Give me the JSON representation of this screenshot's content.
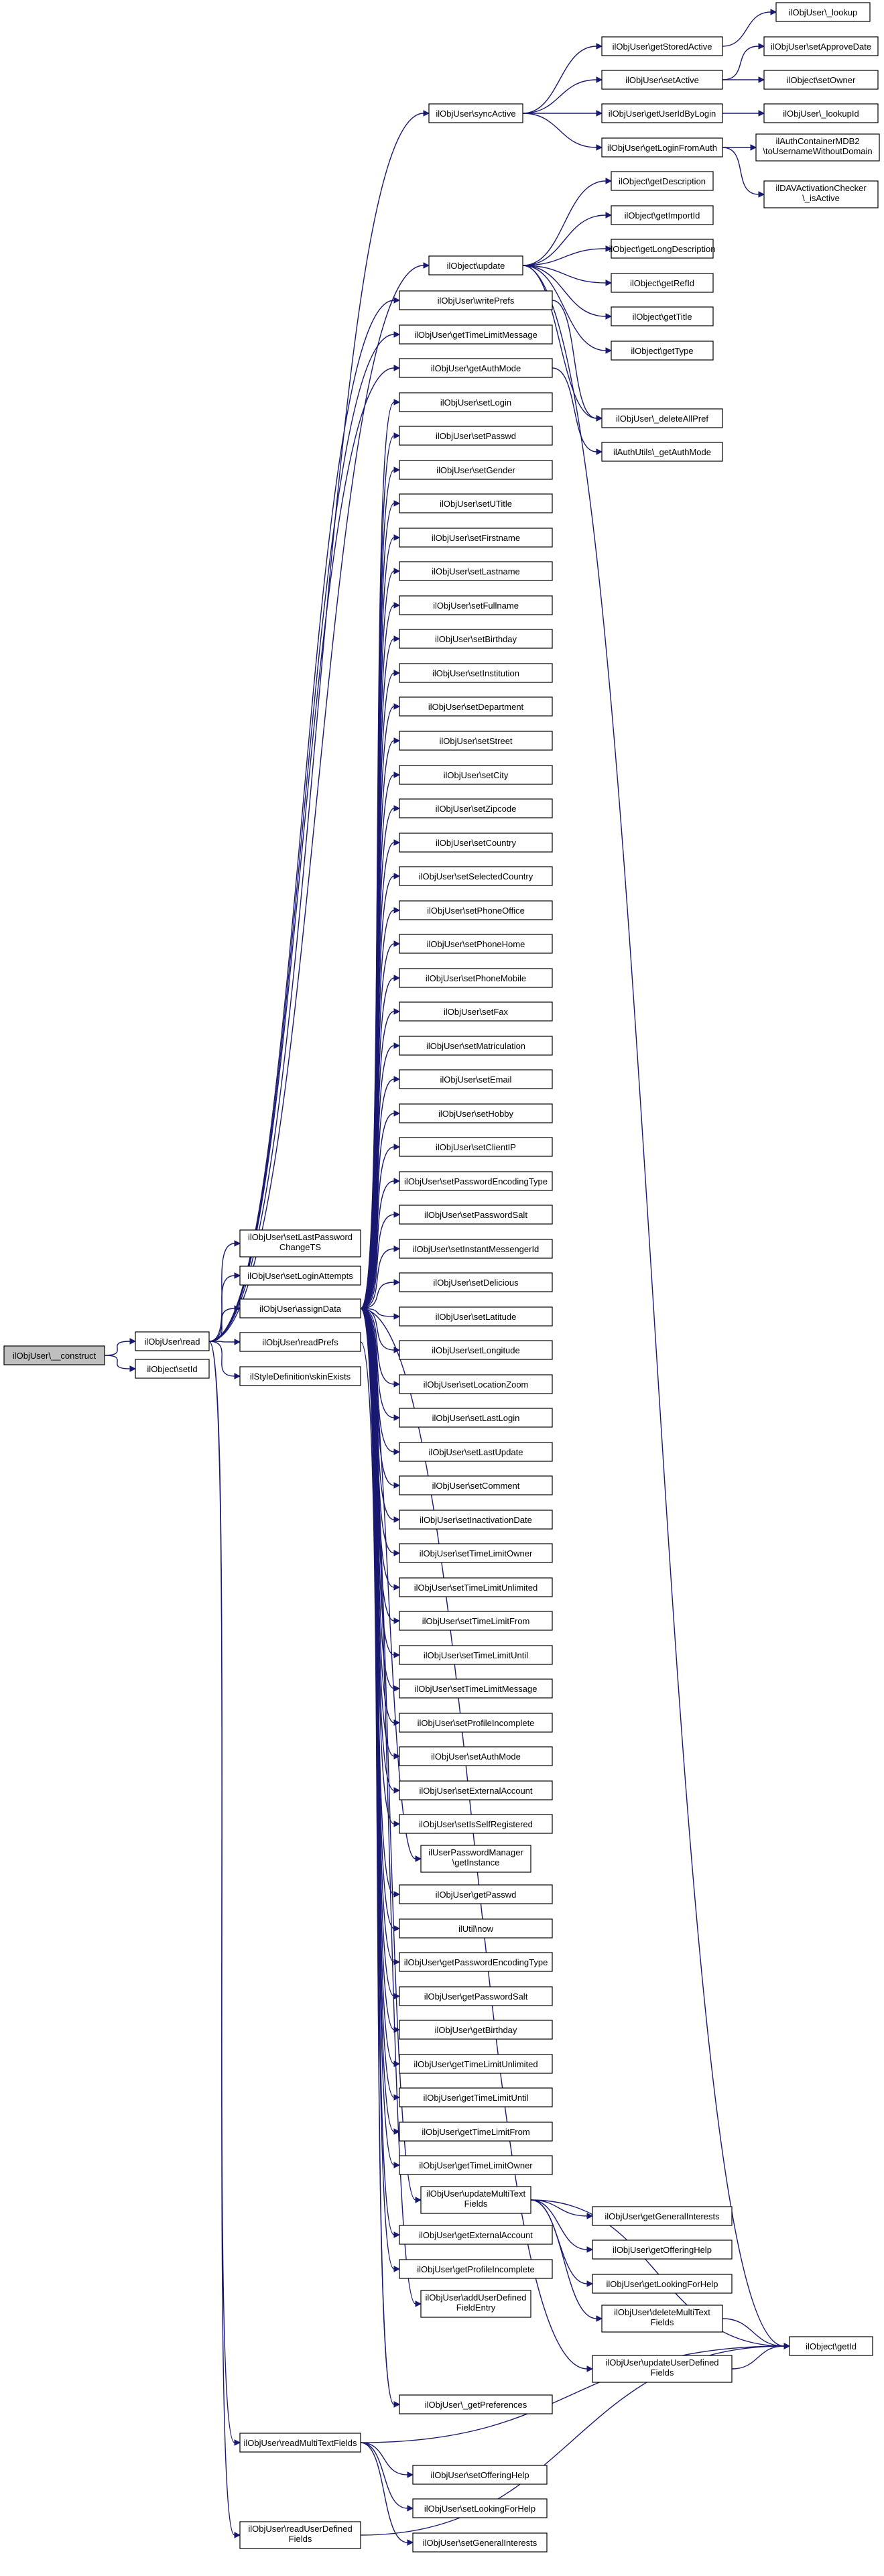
{
  "graph": {
    "edge_color": "#191970",
    "root_fill": "#bfbfbf",
    "nodes": [
      {
        "id": "construct",
        "label": [
          "ilObjUser\\__construct"
        ],
        "root": true
      },
      {
        "id": "read",
        "label": [
          "ilObjUser\\read"
        ]
      },
      {
        "id": "setId",
        "label": [
          "ilObject\\setId"
        ]
      },
      {
        "id": "setLastPasswordChangeTS",
        "label": [
          "ilObjUser\\setLastPassword",
          "ChangeTS"
        ]
      },
      {
        "id": "setLoginAttempts",
        "label": [
          "ilObjUser\\setLoginAttempts"
        ]
      },
      {
        "id": "assignData",
        "label": [
          "ilObjUser\\assignData"
        ]
      },
      {
        "id": "readPrefs",
        "label": [
          "ilObjUser\\readPrefs"
        ]
      },
      {
        "id": "skinExists",
        "label": [
          "ilStyleDefinition\\skinExists"
        ]
      },
      {
        "id": "readMultiTextFields",
        "label": [
          "ilObjUser\\readMultiTextFields"
        ]
      },
      {
        "id": "readUserDefinedFields",
        "label": [
          "ilObjUser\\readUserDefined",
          "Fields"
        ]
      },
      {
        "id": "syncActive",
        "label": [
          "ilObjUser\\syncActive"
        ]
      },
      {
        "id": "objUpdate",
        "label": [
          "ilObject\\update"
        ]
      },
      {
        "id": "writePrefs",
        "label": [
          "ilObjUser\\writePrefs"
        ]
      },
      {
        "id": "getTimeLimitMessage",
        "label": [
          "ilObjUser\\getTimeLimitMessage"
        ]
      },
      {
        "id": "getAuthMode",
        "label": [
          "ilObjUser\\getAuthMode"
        ]
      },
      {
        "id": "setLogin",
        "label": [
          "ilObjUser\\setLogin"
        ]
      },
      {
        "id": "setPasswd",
        "label": [
          "ilObjUser\\setPasswd"
        ]
      },
      {
        "id": "setGender",
        "label": [
          "ilObjUser\\setGender"
        ]
      },
      {
        "id": "setUTitle",
        "label": [
          "ilObjUser\\setUTitle"
        ]
      },
      {
        "id": "setFirstname",
        "label": [
          "ilObjUser\\setFirstname"
        ]
      },
      {
        "id": "setLastname",
        "label": [
          "ilObjUser\\setLastname"
        ]
      },
      {
        "id": "setFullname",
        "label": [
          "ilObjUser\\setFullname"
        ]
      },
      {
        "id": "setBirthday",
        "label": [
          "ilObjUser\\setBirthday"
        ]
      },
      {
        "id": "setInstitution",
        "label": [
          "ilObjUser\\setInstitution"
        ]
      },
      {
        "id": "setDepartment",
        "label": [
          "ilObjUser\\setDepartment"
        ]
      },
      {
        "id": "setStreet",
        "label": [
          "ilObjUser\\setStreet"
        ]
      },
      {
        "id": "setCity",
        "label": [
          "ilObjUser\\setCity"
        ]
      },
      {
        "id": "setZipcode",
        "label": [
          "ilObjUser\\setZipcode"
        ]
      },
      {
        "id": "setCountry",
        "label": [
          "ilObjUser\\setCountry"
        ]
      },
      {
        "id": "setSelectedCountry",
        "label": [
          "ilObjUser\\setSelectedCountry"
        ]
      },
      {
        "id": "setPhoneOffice",
        "label": [
          "ilObjUser\\setPhoneOffice"
        ]
      },
      {
        "id": "setPhoneHome",
        "label": [
          "ilObjUser\\setPhoneHome"
        ]
      },
      {
        "id": "setPhoneMobile",
        "label": [
          "ilObjUser\\setPhoneMobile"
        ]
      },
      {
        "id": "setFax",
        "label": [
          "ilObjUser\\setFax"
        ]
      },
      {
        "id": "setMatriculation",
        "label": [
          "ilObjUser\\setMatriculation"
        ]
      },
      {
        "id": "setEmail",
        "label": [
          "ilObjUser\\setEmail"
        ]
      },
      {
        "id": "setHobby",
        "label": [
          "ilObjUser\\setHobby"
        ]
      },
      {
        "id": "setClientIP",
        "label": [
          "ilObjUser\\setClientIP"
        ]
      },
      {
        "id": "setPasswordEncodingType",
        "label": [
          "ilObjUser\\setPasswordEncodingType"
        ]
      },
      {
        "id": "setPasswordSalt",
        "label": [
          "ilObjUser\\setPasswordSalt"
        ]
      },
      {
        "id": "setInstantMessengerId",
        "label": [
          "ilObjUser\\setInstantMessengerId"
        ]
      },
      {
        "id": "setDelicious",
        "label": [
          "ilObjUser\\setDelicious"
        ]
      },
      {
        "id": "setLatitude",
        "label": [
          "ilObjUser\\setLatitude"
        ]
      },
      {
        "id": "setLongitude",
        "label": [
          "ilObjUser\\setLongitude"
        ]
      },
      {
        "id": "setLocationZoom",
        "label": [
          "ilObjUser\\setLocationZoom"
        ]
      },
      {
        "id": "setLastLogin",
        "label": [
          "ilObjUser\\setLastLogin"
        ]
      },
      {
        "id": "setLastUpdate",
        "label": [
          "ilObjUser\\setLastUpdate"
        ]
      },
      {
        "id": "setComment",
        "label": [
          "ilObjUser\\setComment"
        ]
      },
      {
        "id": "setInactivationDate",
        "label": [
          "ilObjUser\\setInactivationDate"
        ]
      },
      {
        "id": "setTimeLimitOwner",
        "label": [
          "ilObjUser\\setTimeLimitOwner"
        ]
      },
      {
        "id": "setTimeLimitUnlimited",
        "label": [
          "ilObjUser\\setTimeLimitUnlimited"
        ]
      },
      {
        "id": "setTimeLimitFrom",
        "label": [
          "ilObjUser\\setTimeLimitFrom"
        ]
      },
      {
        "id": "setTimeLimitUntil",
        "label": [
          "ilObjUser\\setTimeLimitUntil"
        ]
      },
      {
        "id": "setTimeLimitMessage",
        "label": [
          "ilObjUser\\setTimeLimitMessage"
        ]
      },
      {
        "id": "setProfileIncomplete",
        "label": [
          "ilObjUser\\setProfileIncomplete"
        ]
      },
      {
        "id": "setAuthMode",
        "label": [
          "ilObjUser\\setAuthMode"
        ]
      },
      {
        "id": "setExternalAccount",
        "label": [
          "ilObjUser\\setExternalAccount"
        ]
      },
      {
        "id": "setIsSelfRegistered",
        "label": [
          "ilObjUser\\setIsSelfRegistered"
        ]
      },
      {
        "id": "pwGetInstance",
        "label": [
          "ilUserPasswordManager",
          "\\getInstance"
        ]
      },
      {
        "id": "getPasswd",
        "label": [
          "ilObjUser\\getPasswd"
        ]
      },
      {
        "id": "utilNow",
        "label": [
          "ilUtil\\now"
        ]
      },
      {
        "id": "getPasswordEncodingType",
        "label": [
          "ilObjUser\\getPasswordEncodingType"
        ]
      },
      {
        "id": "getPasswordSalt",
        "label": [
          "ilObjUser\\getPasswordSalt"
        ]
      },
      {
        "id": "getBirthday",
        "label": [
          "ilObjUser\\getBirthday"
        ]
      },
      {
        "id": "getTimeLimitUnlimited",
        "label": [
          "ilObjUser\\getTimeLimitUnlimited"
        ]
      },
      {
        "id": "getTimeLimitUntil",
        "label": [
          "ilObjUser\\getTimeLimitUntil"
        ]
      },
      {
        "id": "getTimeLimitFrom",
        "label": [
          "ilObjUser\\getTimeLimitFrom"
        ]
      },
      {
        "id": "getTimeLimitOwner",
        "label": [
          "ilObjUser\\getTimeLimitOwner"
        ]
      },
      {
        "id": "updateMultiTextFields",
        "label": [
          "ilObjUser\\updateMultiText",
          "Fields"
        ]
      },
      {
        "id": "getExternalAccount",
        "label": [
          "ilObjUser\\getExternalAccount"
        ]
      },
      {
        "id": "getProfileIncomplete",
        "label": [
          "ilObjUser\\getProfileIncomplete"
        ]
      },
      {
        "id": "addUserDefinedFieldEntry",
        "label": [
          "ilObjUser\\addUserDefined",
          "FieldEntry"
        ]
      },
      {
        "id": "getPreferences",
        "label": [
          "ilObjUser\\_getPreferences"
        ]
      },
      {
        "id": "setOfferingHelp",
        "label": [
          "ilObjUser\\setOfferingHelp"
        ]
      },
      {
        "id": "setLookingForHelp",
        "label": [
          "ilObjUser\\setLookingForHelp"
        ]
      },
      {
        "id": "setGeneralInterests",
        "label": [
          "ilObjUser\\setGeneralInterests"
        ]
      },
      {
        "id": "getStoredActive",
        "label": [
          "ilObjUser\\getStoredActive"
        ]
      },
      {
        "id": "setActive",
        "label": [
          "ilObjUser\\setActive"
        ]
      },
      {
        "id": "getUserIdByLogin",
        "label": [
          "ilObjUser\\getUserIdByLogin"
        ]
      },
      {
        "id": "getLoginFromAuth",
        "label": [
          "ilObjUser\\getLoginFromAuth"
        ]
      },
      {
        "id": "getDescription",
        "label": [
          "ilObject\\getDescription"
        ]
      },
      {
        "id": "getImportId",
        "label": [
          "ilObject\\getImportId"
        ]
      },
      {
        "id": "getLongDescription",
        "label": [
          "ilObject\\getLongDescription"
        ]
      },
      {
        "id": "getRefId",
        "label": [
          "ilObject\\getRefId"
        ]
      },
      {
        "id": "getTitle",
        "label": [
          "ilObject\\getTitle"
        ]
      },
      {
        "id": "getType",
        "label": [
          "ilObject\\getType"
        ]
      },
      {
        "id": "deleteAllPref",
        "label": [
          "ilObjUser\\_deleteAllPref"
        ]
      },
      {
        "id": "authGetAuthMode",
        "label": [
          "ilAuthUtils\\_getAuthMode"
        ]
      },
      {
        "id": "getGeneralInterests",
        "label": [
          "ilObjUser\\getGeneralInterests"
        ]
      },
      {
        "id": "getOfferingHelp",
        "label": [
          "ilObjUser\\getOfferingHelp"
        ]
      },
      {
        "id": "getLookingForHelp",
        "label": [
          "ilObjUser\\getLookingForHelp"
        ]
      },
      {
        "id": "deleteMultiTextFields",
        "label": [
          "ilObjUser\\deleteMultiText",
          "Fields"
        ]
      },
      {
        "id": "updateUserDefinedFields",
        "label": [
          "ilObjUser\\updateUserDefined",
          "Fields"
        ]
      },
      {
        "id": "lookup",
        "label": [
          "ilObjUser\\_lookup"
        ]
      },
      {
        "id": "setApproveDate",
        "label": [
          "ilObjUser\\setApproveDate"
        ]
      },
      {
        "id": "setOwner",
        "label": [
          "ilObject\\setOwner"
        ]
      },
      {
        "id": "lookupId",
        "label": [
          "ilObjUser\\_lookupId"
        ]
      },
      {
        "id": "authMDB2",
        "label": [
          "ilAuthContainerMDB2",
          "\\toUsernameWithoutDomain"
        ]
      },
      {
        "id": "davIsActive",
        "label": [
          "ilDAVActivationChecker",
          "\\_isActive"
        ]
      },
      {
        "id": "getId",
        "label": [
          "ilObject\\getId"
        ]
      }
    ],
    "edges": [
      [
        "construct",
        "read"
      ],
      [
        "construct",
        "setId"
      ],
      [
        "read",
        "setLastPasswordChangeTS"
      ],
      [
        "read",
        "setLoginAttempts"
      ],
      [
        "read",
        "assignData"
      ],
      [
        "read",
        "readPrefs"
      ],
      [
        "read",
        "skinExists"
      ],
      [
        "read",
        "readMultiTextFields"
      ],
      [
        "read",
        "readUserDefinedFields"
      ],
      [
        "read",
        "syncActive"
      ],
      [
        "read",
        "objUpdate"
      ],
      [
        "read",
        "writePrefs"
      ],
      [
        "read",
        "getTimeLimitMessage"
      ],
      [
        "read",
        "getAuthMode"
      ],
      [
        "assignData",
        "setLogin"
      ],
      [
        "assignData",
        "setPasswd"
      ],
      [
        "assignData",
        "setGender"
      ],
      [
        "assignData",
        "setUTitle"
      ],
      [
        "assignData",
        "setFirstname"
      ],
      [
        "assignData",
        "setLastname"
      ],
      [
        "assignData",
        "setFullname"
      ],
      [
        "assignData",
        "setBirthday"
      ],
      [
        "assignData",
        "setInstitution"
      ],
      [
        "assignData",
        "setDepartment"
      ],
      [
        "assignData",
        "setStreet"
      ],
      [
        "assignData",
        "setCity"
      ],
      [
        "assignData",
        "setZipcode"
      ],
      [
        "assignData",
        "setCountry"
      ],
      [
        "assignData",
        "setSelectedCountry"
      ],
      [
        "assignData",
        "setPhoneOffice"
      ],
      [
        "assignData",
        "setPhoneHome"
      ],
      [
        "assignData",
        "setPhoneMobile"
      ],
      [
        "assignData",
        "setFax"
      ],
      [
        "assignData",
        "setMatriculation"
      ],
      [
        "assignData",
        "setEmail"
      ],
      [
        "assignData",
        "setHobby"
      ],
      [
        "assignData",
        "setClientIP"
      ],
      [
        "assignData",
        "setPasswordEncodingType"
      ],
      [
        "assignData",
        "setPasswordSalt"
      ],
      [
        "assignData",
        "setInstantMessengerId"
      ],
      [
        "assignData",
        "setDelicious"
      ],
      [
        "assignData",
        "setLatitude"
      ],
      [
        "assignData",
        "setLongitude"
      ],
      [
        "assignData",
        "setLocationZoom"
      ],
      [
        "assignData",
        "setLastLogin"
      ],
      [
        "assignData",
        "setLastUpdate"
      ],
      [
        "assignData",
        "setComment"
      ],
      [
        "assignData",
        "setInactivationDate"
      ],
      [
        "assignData",
        "setTimeLimitOwner"
      ],
      [
        "assignData",
        "setTimeLimitUnlimited"
      ],
      [
        "assignData",
        "setTimeLimitFrom"
      ],
      [
        "assignData",
        "setTimeLimitUntil"
      ],
      [
        "assignData",
        "setTimeLimitMessage"
      ],
      [
        "assignData",
        "setProfileIncomplete"
      ],
      [
        "assignData",
        "setAuthMode"
      ],
      [
        "assignData",
        "setExternalAccount"
      ],
      [
        "assignData",
        "setIsSelfRegistered"
      ],
      [
        "assignData",
        "pwGetInstance"
      ],
      [
        "assignData",
        "getPasswd"
      ],
      [
        "assignData",
        "utilNow"
      ],
      [
        "assignData",
        "getPasswordEncodingType"
      ],
      [
        "assignData",
        "getPasswordSalt"
      ],
      [
        "assignData",
        "getBirthday"
      ],
      [
        "assignData",
        "getTimeLimitUnlimited"
      ],
      [
        "assignData",
        "getTimeLimitUntil"
      ],
      [
        "assignData",
        "getTimeLimitFrom"
      ],
      [
        "assignData",
        "getTimeLimitOwner"
      ],
      [
        "assignData",
        "updateMultiTextFields"
      ],
      [
        "assignData",
        "getExternalAccount"
      ],
      [
        "assignData",
        "getProfileIncomplete"
      ],
      [
        "assignData",
        "addUserDefinedFieldEntry"
      ],
      [
        "assignData",
        "updateUserDefinedFields"
      ],
      [
        "assignData",
        "getPreferences"
      ],
      [
        "readPrefs",
        "getPreferences"
      ],
      [
        "readMultiTextFields",
        "setOfferingHelp"
      ],
      [
        "readMultiTextFields",
        "setLookingForHelp"
      ],
      [
        "readMultiTextFields",
        "setGeneralInterests"
      ],
      [
        "readMultiTextFields",
        "getId"
      ],
      [
        "readUserDefinedFields",
        "getId"
      ],
      [
        "syncActive",
        "getStoredActive"
      ],
      [
        "syncActive",
        "setActive"
      ],
      [
        "syncActive",
        "getUserIdByLogin"
      ],
      [
        "syncActive",
        "getLoginFromAuth"
      ],
      [
        "getStoredActive",
        "lookup"
      ],
      [
        "setActive",
        "setApproveDate"
      ],
      [
        "setActive",
        "setOwner"
      ],
      [
        "getUserIdByLogin",
        "lookupId"
      ],
      [
        "getLoginFromAuth",
        "authMDB2"
      ],
      [
        "getLoginFromAuth",
        "davIsActive"
      ],
      [
        "objUpdate",
        "getDescription"
      ],
      [
        "objUpdate",
        "getImportId"
      ],
      [
        "objUpdate",
        "getLongDescription"
      ],
      [
        "objUpdate",
        "getRefId"
      ],
      [
        "objUpdate",
        "getTitle"
      ],
      [
        "objUpdate",
        "getType"
      ],
      [
        "objUpdate",
        "deleteAllPref"
      ],
      [
        "objUpdate",
        "getId"
      ],
      [
        "writePrefs",
        "deleteAllPref"
      ],
      [
        "getAuthMode",
        "authGetAuthMode"
      ],
      [
        "updateMultiTextFields",
        "getGeneralInterests"
      ],
      [
        "updateMultiTextFields",
        "getOfferingHelp"
      ],
      [
        "updateMultiTextFields",
        "getLookingForHelp"
      ],
      [
        "updateMultiTextFields",
        "deleteMultiTextFields"
      ],
      [
        "updateMultiTextFields",
        "getId"
      ],
      [
        "deleteMultiTextFields",
        "getId"
      ],
      [
        "updateUserDefinedFields",
        "getId"
      ]
    ]
  }
}
